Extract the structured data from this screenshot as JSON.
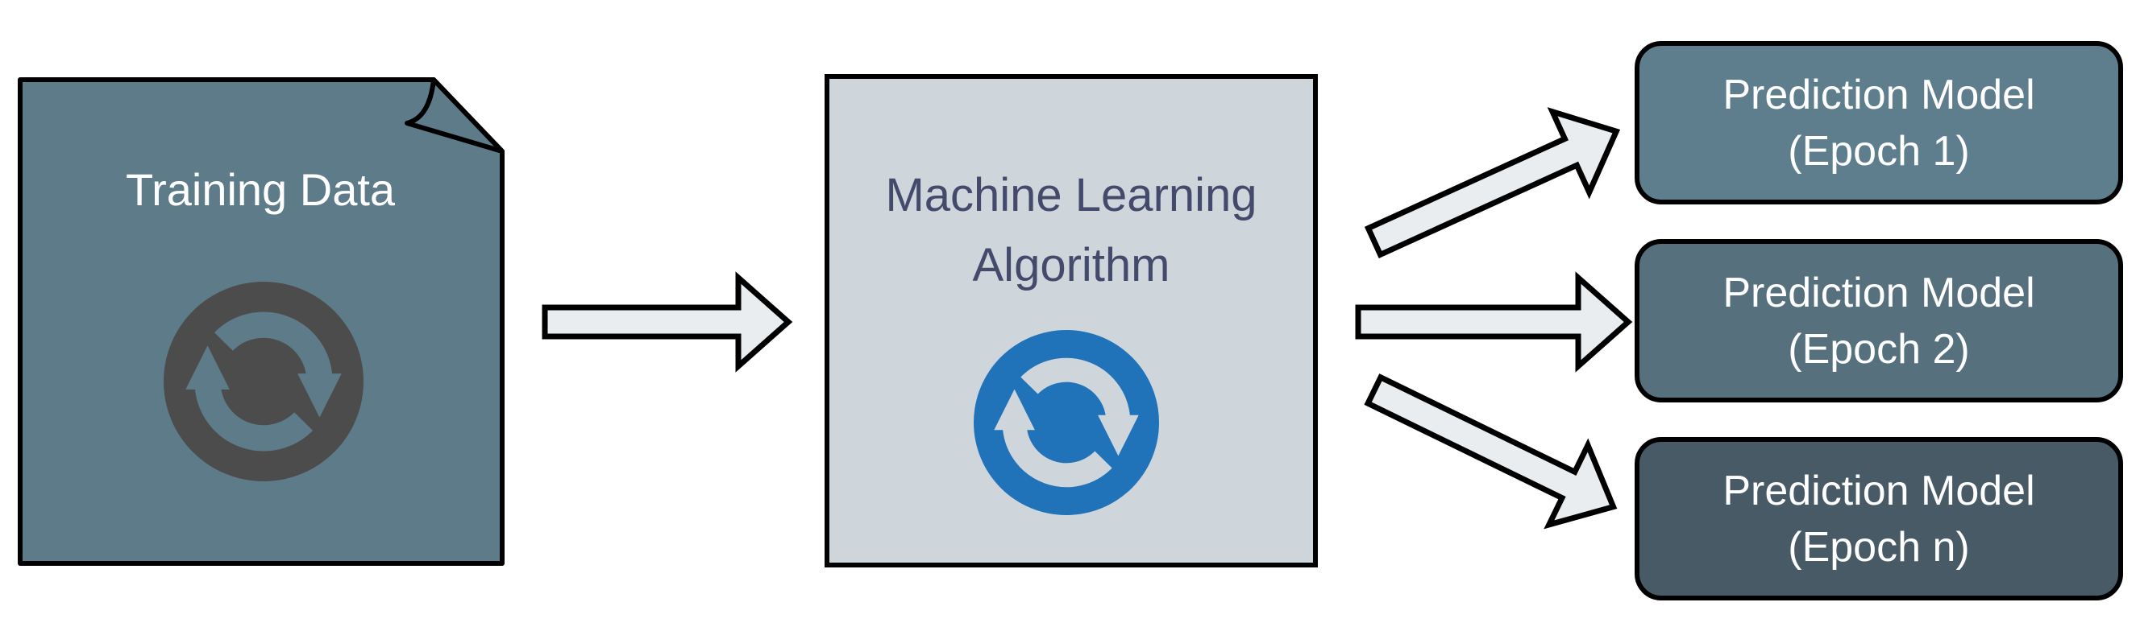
{
  "diagram": {
    "kind": "machine-learning-training-flow",
    "nodes": {
      "training_data": {
        "label": "Training Data",
        "shape": "folded-document",
        "fill": "#5e7b8a",
        "icon": "sync-icon",
        "icon_fill": "#4c4c4c"
      },
      "ml_algorithm": {
        "label_line1": "Machine Learning",
        "label_line2": "Algorithm",
        "shape": "rectangle",
        "fill": "#ced5db",
        "text_color": "#434a6b",
        "icon": "sync-icon",
        "icon_fill": "#2173b9"
      },
      "prediction_models": [
        {
          "line1": "Prediction Model",
          "line2": "(Epoch 1)",
          "fill": "#5f7e8d"
        },
        {
          "line1": "Prediction Model",
          "line2": "(Epoch 2)",
          "fill": "#56707e"
        },
        {
          "line1": "Prediction Model",
          "line2": "(Epoch n)",
          "fill": "#485a65"
        }
      ]
    },
    "arrows": {
      "count": 4,
      "fill": "#e9edf0",
      "stroke": "#000000"
    }
  }
}
